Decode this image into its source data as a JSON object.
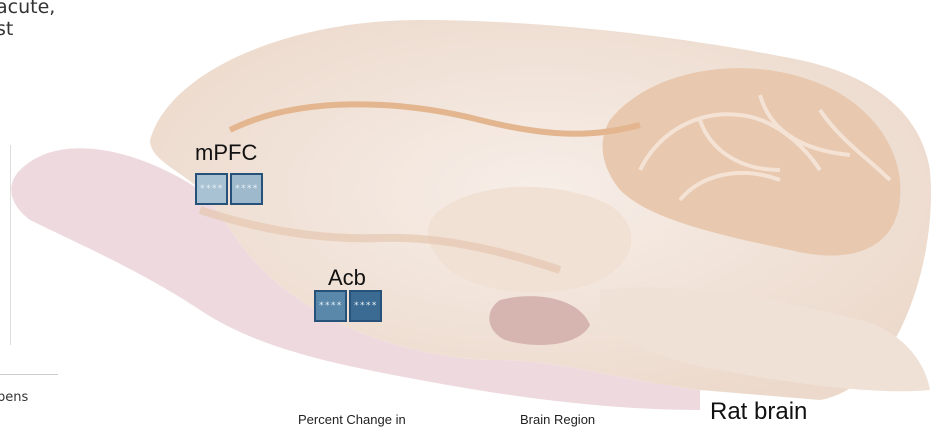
{
  "left_text": {
    "line1": "acute,",
    "line2": "st",
    "bottom_fragment": "bens"
  },
  "regions": [
    {
      "name": "mPFC",
      "cells": [
        {
          "text": "****",
          "color": "#a9c2d3"
        },
        {
          "text": "****",
          "color": "#9fb9cc"
        }
      ]
    },
    {
      "name": "Acb",
      "cells": [
        {
          "text": "****",
          "color": "#5a88aa"
        },
        {
          "text": "****",
          "color": "#3b6b92"
        }
      ]
    }
  ],
  "footer": {
    "percent_change": "Percent Change in",
    "brain_region": "Brain Region",
    "rat_brain": "Rat brain"
  },
  "colors": {
    "brain_fill": "#f3e6de",
    "brain_dark": "#e9cdb8",
    "brain_accent": "#e0b694",
    "brainstem": "#ead3d6",
    "border": "#26527a"
  }
}
